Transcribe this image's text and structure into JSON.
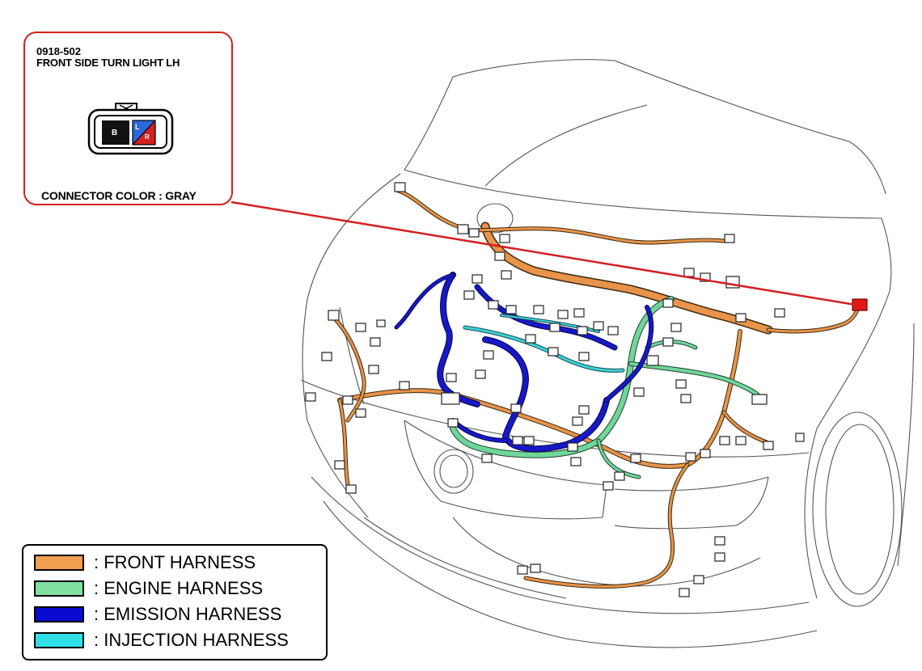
{
  "callout": {
    "code": "0918-502",
    "name": "FRONT SIDE TURN LIGHT LH",
    "connector_color": "CONNECTOR COLOR : GRAY",
    "pins": [
      "B",
      "L",
      "R"
    ],
    "border_color": "#d42020"
  },
  "legend": [
    {
      "label": ": FRONT HARNESS",
      "color": "#f0a050"
    },
    {
      "label": ": ENGINE HARNESS",
      "color": "#7fe0a0"
    },
    {
      "label": ": EMISSION HARNESS",
      "color": "#0a0ad0"
    },
    {
      "label": ": INJECTION HARNESS",
      "color": "#30e0e8"
    }
  ],
  "colors": {
    "front_harness": "#e8944a",
    "engine_harness": "#6fd69a",
    "emission_harness": "#1818c8",
    "injection_harness": "#3cd0d8",
    "leader_line": "#d42020",
    "connector_highlight": "#e01818",
    "body_outline": "#555555"
  }
}
